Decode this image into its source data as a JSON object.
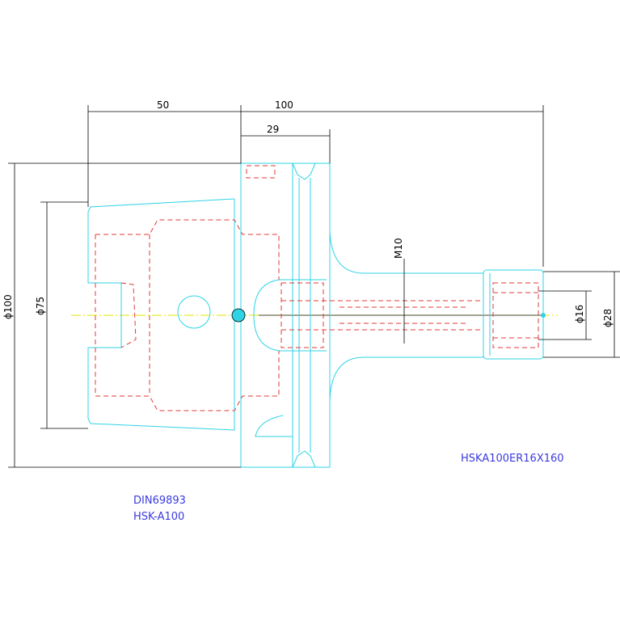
{
  "dimensions": {
    "d50": "50",
    "d100": "100",
    "d29": "29",
    "m10": "M10",
    "phi100": "ϕ100",
    "phi75": "ϕ75",
    "phi16": "ϕ16",
    "phi28": "ϕ28"
  },
  "notes": {
    "model": "HSKA100ER16X160",
    "standard": "DIN69893",
    "interface": "HSK-A100"
  },
  "colors": {
    "outline": "#2fd3e6",
    "hidden": "#e03a3a",
    "dimension": "#000000",
    "centerline": "#e6e600",
    "note": "#3a3ae0"
  }
}
